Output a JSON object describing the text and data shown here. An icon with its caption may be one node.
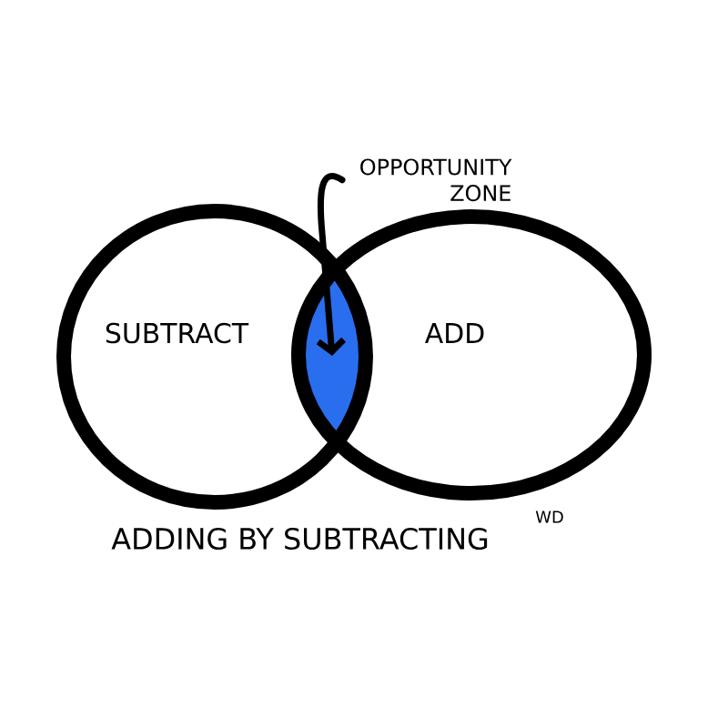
{
  "diagram": {
    "caption": "ADDING BY SUBTRACTING",
    "nodes": [
      {
        "text": [
          "SUBTRACT"
        ]
      },
      {
        "text": [
          "ADD"
        ]
      },
      {
        "text": [],
        "shape": "lens"
      },
      {
        "text": [
          "OPPORTUNITY ZONE"
        ]
      }
    ],
    "edges": [
      {
        "from": 3,
        "to": 2,
        "arrow": "to"
      }
    ],
    "labels": [
      "WD"
    ]
  }
}
